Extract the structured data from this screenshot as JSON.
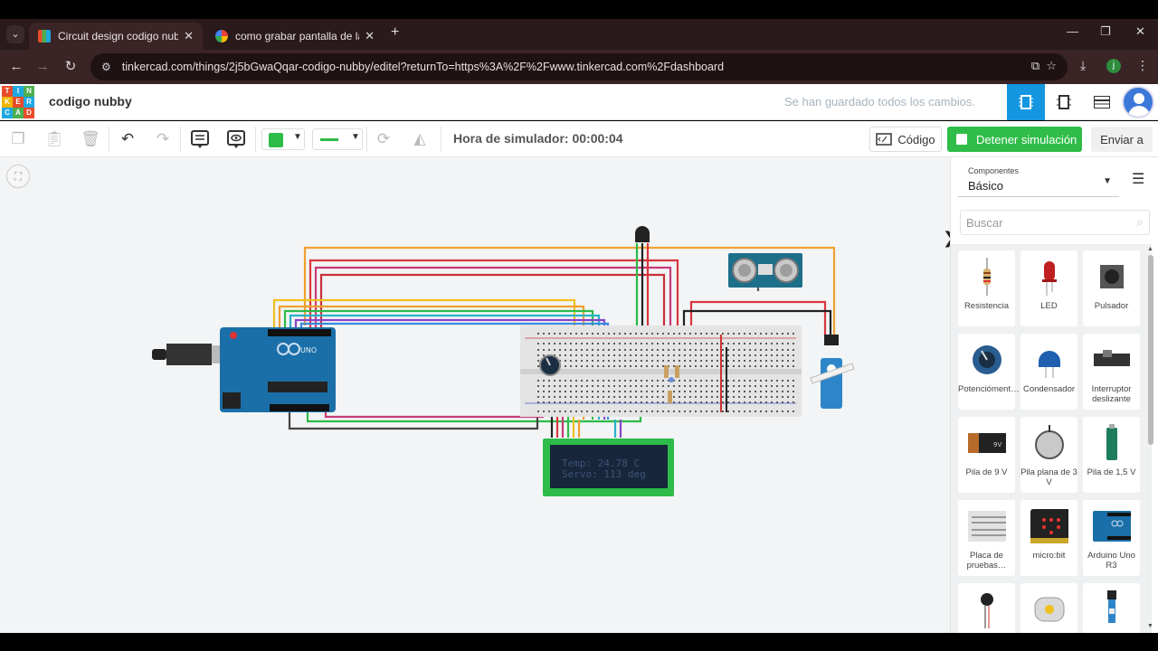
{
  "browser": {
    "tabs": [
      {
        "label": "Circuit design codigo nubby - T",
        "active": true
      },
      {
        "label": "como grabar pantalla de laptop",
        "active": false
      }
    ],
    "new_tab": "+",
    "window_controls": [
      "—",
      "❐",
      "✕"
    ],
    "url": "tinkercad.com/things/2j5bGwaQqar-codigo-nubby/editel?returnTo=https%3A%2F%2Fwww.tinkercad.com%2Fdashboard",
    "profile_initial": "j"
  },
  "header": {
    "logo_letters": [
      "T",
      "I",
      "N",
      "K",
      "E",
      "R",
      "C",
      "A",
      "D"
    ],
    "logo_colors": [
      "#e84c2c",
      "#1fa8e0",
      "#4caf50",
      "#f0b400",
      "#e84c2c",
      "#1fa8e0",
      "#1fa8e0",
      "#4caf50",
      "#e84c2c"
    ],
    "project_name": "codigo nubby",
    "saved_message": "Se han guardado todos los cambios."
  },
  "toolbar": {
    "sim_time": "Hora de simulador: 00:00:04",
    "code_label": "Código",
    "stop_label": "Detener simulación",
    "send_label": "Enviar a",
    "wire_color": "#2dbb49"
  },
  "lcd": {
    "line1": "Temp: 24.78 C",
    "line2": "Servo: 113 deg"
  },
  "panel": {
    "components_caption": "Componentes",
    "components_value": "Básico",
    "search_placeholder": "Buscar",
    "items": [
      {
        "name": "Resistencia",
        "icon": "resistor-icon"
      },
      {
        "name": "LED",
        "icon": "led-icon"
      },
      {
        "name": "Pulsador",
        "icon": "pushbutton-icon"
      },
      {
        "name": "Potencióment…",
        "icon": "potentiometer-icon"
      },
      {
        "name": "Condensador",
        "icon": "capacitor-icon"
      },
      {
        "name": "Interruptor deslizante",
        "icon": "slide-switch-icon"
      },
      {
        "name": "Pila de 9 V",
        "icon": "battery-9v-icon"
      },
      {
        "name": "Pila plana de 3 V",
        "icon": "coin-cell-icon"
      },
      {
        "name": "Pila de 1,5 V",
        "icon": "battery-aa-icon"
      },
      {
        "name": "Placa de pruebas…",
        "icon": "breadboard-icon"
      },
      {
        "name": "micro:bit",
        "icon": "microbit-icon"
      },
      {
        "name": "Arduino Uno R3",
        "icon": "arduino-icon"
      },
      {
        "name": "",
        "icon": "vibration-motor-icon"
      },
      {
        "name": "",
        "icon": "dc-motor-icon"
      },
      {
        "name": "",
        "icon": "sensor-icon"
      }
    ]
  }
}
